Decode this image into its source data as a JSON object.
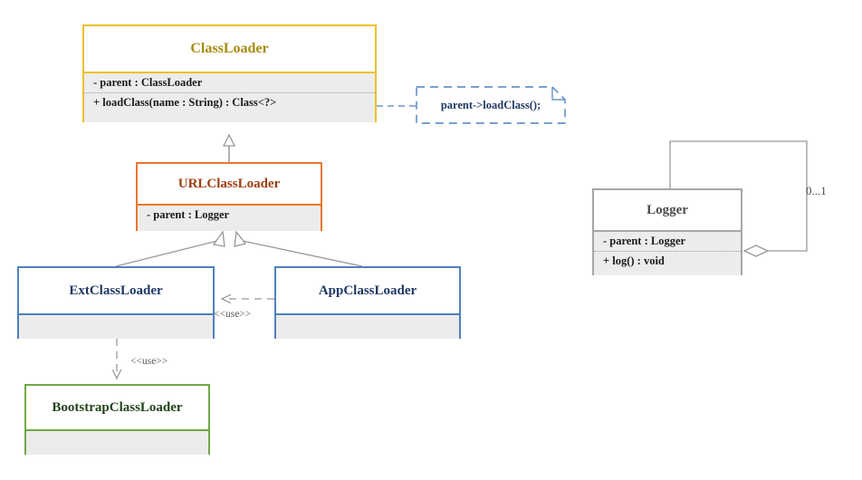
{
  "diagram": {
    "title": "Java ClassLoader UML class diagram",
    "type": "uml-class-diagram"
  },
  "colors": {
    "classloader_border": "#edc02b",
    "classloader_title": "#a88b10",
    "urlclassloader_border": "#e8762c",
    "urlclassloader_title": "#9c3f12",
    "blue_border": "#4e81bd",
    "blue_title": "#1f3864",
    "green_border": "#70a845",
    "green_title": "#21441a",
    "gray_border": "#a6a6a6",
    "gray_title": "#4a4a4a",
    "note_border": "#4e81bd",
    "compartment_fill": "#ececec",
    "edge_stroke": "#999999"
  },
  "classes": [
    {
      "id": "classloader",
      "name": "ClassLoader",
      "attributes": [
        "- parent : ClassLoader"
      ],
      "operations": [
        "+ loadClass(name : String) : Class<?>"
      ]
    },
    {
      "id": "urlclassloader",
      "name": "URLClassLoader",
      "attributes": [
        "- parent : Logger"
      ],
      "operations": []
    },
    {
      "id": "extclassloader",
      "name": "ExtClassLoader",
      "attributes": [],
      "operations": []
    },
    {
      "id": "appclassloader",
      "name": "AppClassLoader",
      "attributes": [],
      "operations": []
    },
    {
      "id": "bootstrapclassloader",
      "name": "BootstrapClassLoader",
      "attributes": [],
      "operations": []
    },
    {
      "id": "logger",
      "name": "Logger",
      "attributes": [
        "- parent : Logger"
      ],
      "operations": [
        "+ log() : void"
      ]
    }
  ],
  "note": {
    "text": "parent->loadClass();",
    "attached_to": "ClassLoader"
  },
  "relationships": [
    {
      "type": "generalization",
      "from": "URLClassLoader",
      "to": "ClassLoader",
      "label": ""
    },
    {
      "type": "generalization",
      "from": "ExtClassLoader",
      "to": "URLClassLoader",
      "label": ""
    },
    {
      "type": "generalization",
      "from": "AppClassLoader",
      "to": "URLClassLoader",
      "label": ""
    },
    {
      "type": "dependency",
      "from": "AppClassLoader",
      "to": "ExtClassLoader",
      "label": "<<use>>"
    },
    {
      "type": "dependency",
      "from": "ExtClassLoader",
      "to": "BootstrapClassLoader",
      "label": "<<use>>"
    },
    {
      "type": "aggregation",
      "from": "Logger",
      "to": "Logger",
      "label": "",
      "multiplicity": "0...1"
    }
  ],
  "labels": {
    "use_app_to_ext": "<<use>>",
    "use_ext_to_bootstrap": "<<use>>",
    "logger_multiplicity": "0...1"
  }
}
